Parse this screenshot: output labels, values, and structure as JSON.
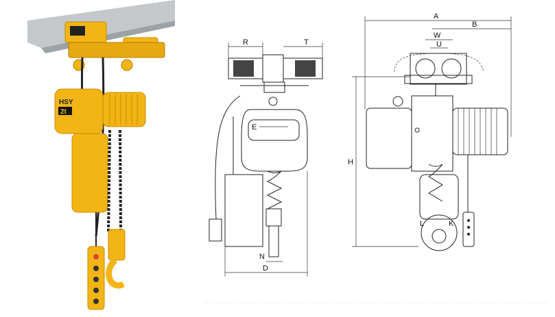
{
  "product_photo": {
    "brand_text": "HSY",
    "capacity_text": "2t"
  },
  "side_view": {
    "dim_labels": {
      "R": "R",
      "T": "T",
      "E": "E",
      "N": "N",
      "D": "D"
    }
  },
  "front_view": {
    "dim_labels": {
      "A": "A",
      "B": "B",
      "W": "W",
      "U": "U",
      "H": "H",
      "L": "L",
      "K": "K"
    }
  },
  "colors": {
    "hoist_yellow": "#f2b515",
    "hoist_dark_yellow": "#c98a00",
    "beam_gray": "#bfc3c6",
    "drawing_line": "#222222"
  }
}
